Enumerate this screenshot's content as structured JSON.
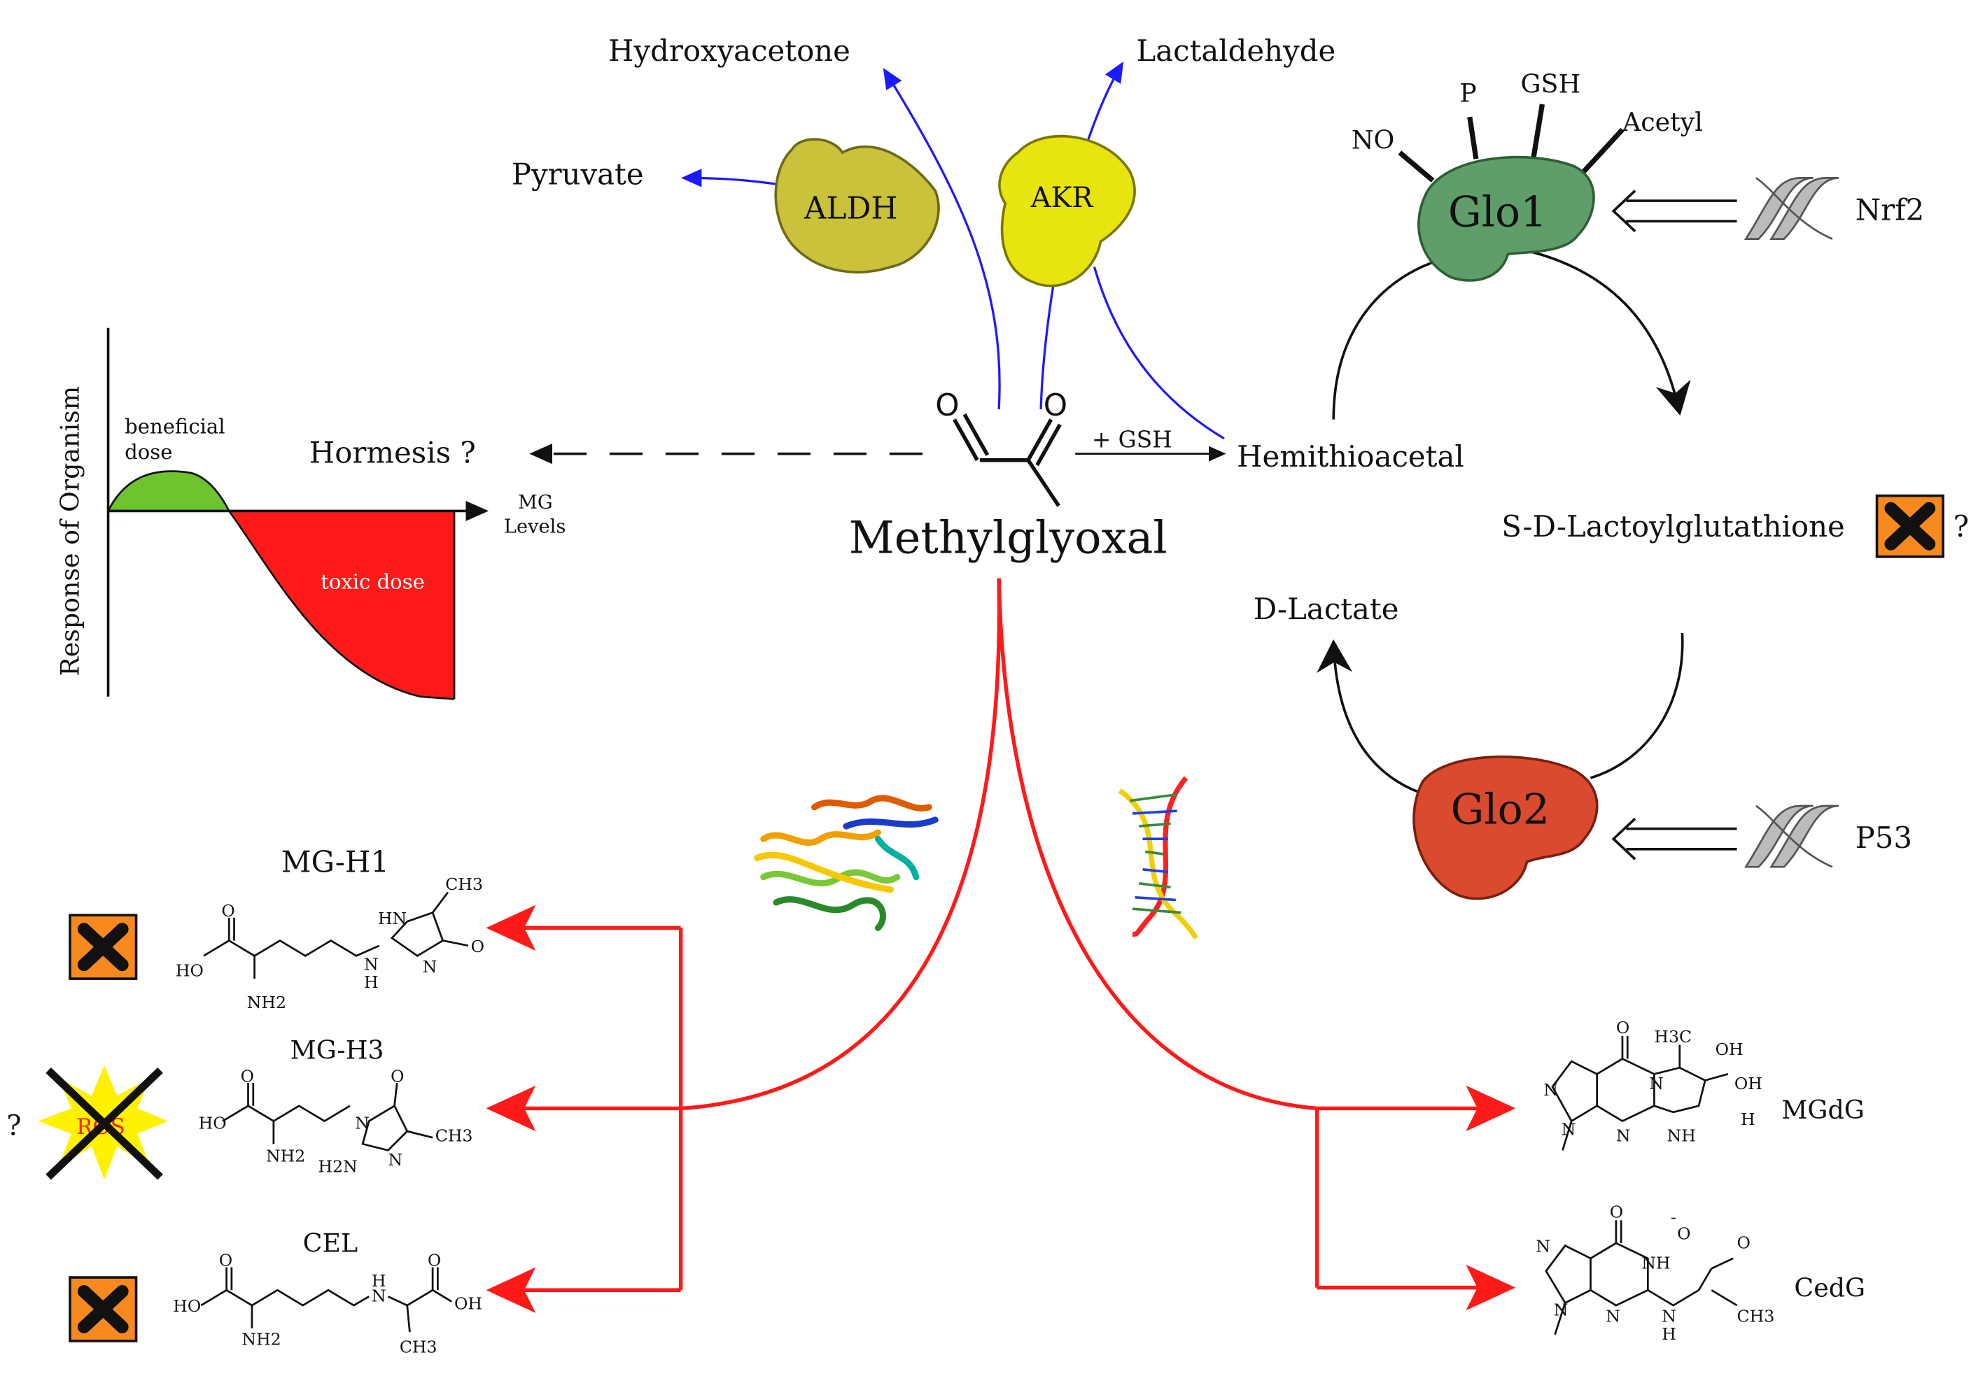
{
  "center": {
    "molecule": "Methylglyoxal",
    "oxygen": "O"
  },
  "products": {
    "hydroxyacetone": "Hydroxyacetone",
    "lactaldehyde": "Lactaldehyde",
    "pyruvate": "Pyruvate"
  },
  "enzymes": {
    "aldh": "ALDH",
    "akr": "AKR",
    "glo1": "Glo1",
    "glo2": "Glo2"
  },
  "modifications": {
    "no": "NO",
    "p": "P",
    "gsh": "GSH",
    "acetyl": "Acetyl"
  },
  "glyoxalase": {
    "gsh_reaction": "+ GSH",
    "hemithioacetal": "Hemithioacetal",
    "lactoylglutathione": "S-D-Lactoylglutathione",
    "question": "?",
    "d_lactate": "D-Lactate",
    "nrf2": "Nrf2",
    "p53": "P53"
  },
  "hormesis": {
    "label": "Hormesis ?",
    "y_axis": "Response of Organism",
    "x_axis_1": "MG",
    "x_axis_2": "Levels",
    "beneficial_1": "beneficial",
    "beneficial_2": "dose",
    "toxic": "toxic dose"
  },
  "adducts": {
    "mgh1": "MG-H1",
    "mgh3": "MG-H3",
    "cel": "CEL",
    "ros": "ROS",
    "question": "?",
    "mgdg": "MGdG",
    "cedg": "CedG"
  },
  "atoms": {
    "ch3": "CH3",
    "hn": "HN",
    "h": "H",
    "n": "N",
    "o": "O",
    "ho": "HO",
    "nh2": "NH2",
    "h2n": "H2N",
    "nh": "NH",
    "oh": "OH",
    "h3c": "H3C",
    "minus": "-"
  },
  "colors": {
    "blue_arrow": "#1a1aff",
    "red_arrow": "#ff1a1a",
    "aldh": "#c9c23a",
    "akr": "#e8e410",
    "glo1": "#5f9e6a",
    "glo2": "#d94a2e",
    "beneficial": "#6ec42e",
    "toxic": "#ff1a1a",
    "hazard": "#f7891e",
    "ros_star": "#fff200"
  },
  "icons": {
    "hazard": "harmful-x-icon",
    "dna_helix": "dna-double-helix-icon",
    "protein": "protein-ribbon-icon",
    "promoter": "dna-strand-icon"
  }
}
